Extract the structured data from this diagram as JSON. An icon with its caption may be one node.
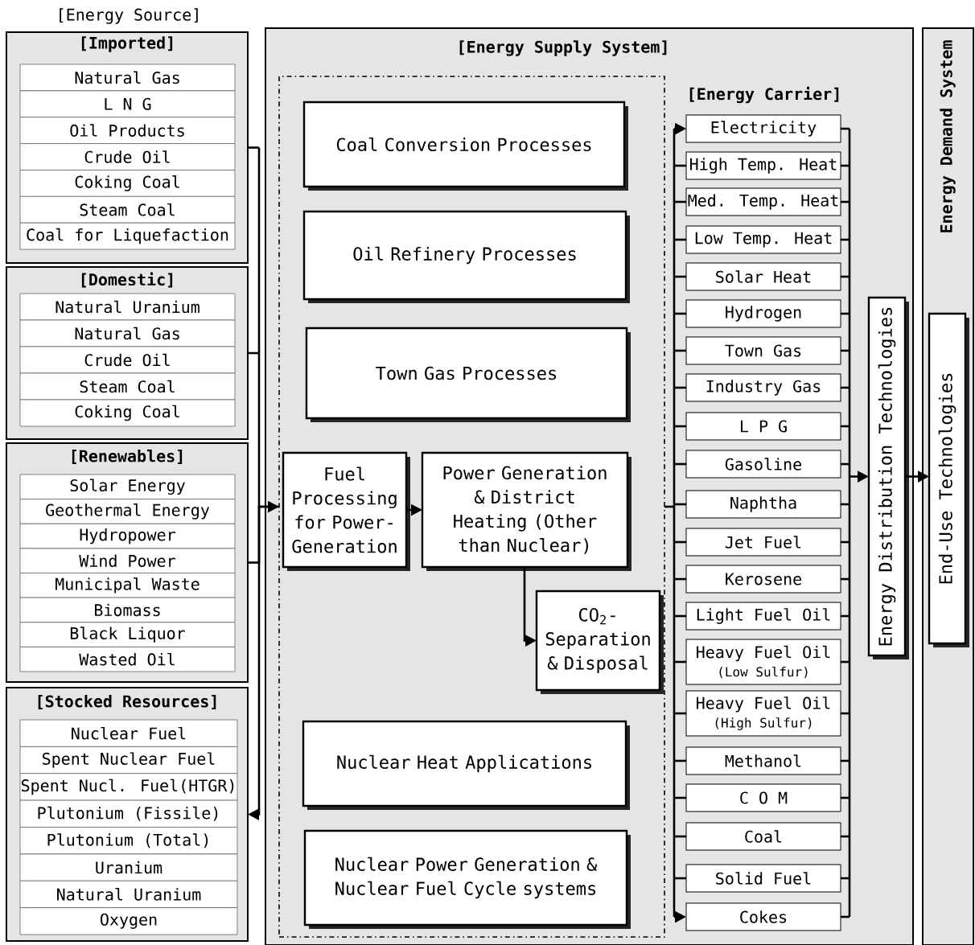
{
  "diagram": {
    "nodes": [
      {
        "text": [
          "[Imported]"
        ]
      },
      {
        "text": [
          "Natural Gas"
        ],
        "in": 0
      },
      {
        "text": [
          "L N G"
        ],
        "in": 0
      },
      {
        "text": [
          "Oil Products"
        ],
        "in": 0
      },
      {
        "text": [
          "Crude Oil"
        ],
        "in": 0
      },
      {
        "text": [
          "Coking Coal"
        ],
        "in": 0
      },
      {
        "text": [
          "Steam Coal"
        ],
        "in": 0
      },
      {
        "text": [
          "Coal for Liquefaction"
        ],
        "in": 0
      },
      {
        "text": [
          "[Domestic]"
        ]
      },
      {
        "text": [
          "Natural Uranium"
        ],
        "in": 8
      },
      {
        "text": [
          "Natural Gas"
        ],
        "in": 8
      },
      {
        "text": [
          "Crude Oil"
        ],
        "in": 8
      },
      {
        "text": [
          "Steam Coal"
        ],
        "in": 8
      },
      {
        "text": [
          "Coking Coal"
        ],
        "in": 8
      },
      {
        "text": [
          "[Renewables]"
        ]
      },
      {
        "text": [
          "Solar Energy"
        ],
        "in": 14
      },
      {
        "text": [
          "Geothermal Energy"
        ],
        "in": 14
      },
      {
        "text": [
          "Hydropower"
        ],
        "in": 14
      },
      {
        "text": [
          "Wind Power"
        ],
        "in": 14
      },
      {
        "text": [
          "Municipal Waste"
        ],
        "in": 14
      },
      {
        "text": [
          "Biomass"
        ],
        "in": 14
      },
      {
        "text": [
          "Black Liquor"
        ],
        "in": 14
      },
      {
        "text": [
          "Wasted Oil"
        ],
        "in": 14
      },
      {
        "text": [
          "[Stocked Resources]"
        ]
      },
      {
        "text": [
          "Nuclear Fuel"
        ],
        "in": 23
      },
      {
        "text": [
          "Spent Nuclear Fuel"
        ],
        "in": 23
      },
      {
        "text": [
          "Spent Nucl. Fuel(HTGR)"
        ],
        "in": 23
      },
      {
        "text": [
          "Plutonium (Fissile)"
        ],
        "in": 23
      },
      {
        "text": [
          "Plutonium (Total)"
        ],
        "in": 23
      },
      {
        "text": [
          "Uranium"
        ],
        "in": 23
      },
      {
        "text": [
          "Natural Uranium"
        ],
        "in": 23
      },
      {
        "text": [
          "Oxygen"
        ],
        "in": 23
      },
      {
        "text": [
          "[Energy Supply System]"
        ]
      },
      {
        "text": [],
        "shape": "box",
        "in": 32
      },
      {
        "text": [
          "Coal Conversion Processes"
        ],
        "in": 33
      },
      {
        "text": [
          "Oil Refinery Processes"
        ],
        "in": 33
      },
      {
        "text": [
          "Town Gas Processes"
        ],
        "in": 33
      },
      {
        "text": [
          "Fuel Processing for Power-Generation"
        ],
        "in": 33
      },
      {
        "text": [
          "Power Generation & District Heating (Other than Nuclear)"
        ],
        "in": 33
      },
      {
        "text": [
          "CO$_{2}$-Separation & Disposal"
        ],
        "in": 33
      },
      {
        "text": [
          "Nuclear Heat Applications"
        ],
        "in": 33
      },
      {
        "text": [
          "Nuclear Power Generation & Nuclear Fuel Cycle systems"
        ],
        "in": 33
      },
      {
        "text": [
          "Electricity"
        ],
        "in": 32
      },
      {
        "text": [
          "High Temp. Heat"
        ],
        "in": 32
      },
      {
        "text": [
          "Med. Temp. Heat"
        ],
        "in": 32
      },
      {
        "text": [
          "Low Temp. Heat"
        ],
        "in": 32
      },
      {
        "text": [
          "Solar Heat"
        ],
        "in": 32
      },
      {
        "text": [
          "Hydrogen"
        ],
        "in": 32
      },
      {
        "text": [
          "Town Gas"
        ],
        "in": 32
      },
      {
        "text": [
          "Industry Gas"
        ],
        "in": 32
      },
      {
        "text": [
          "L P G"
        ],
        "in": 32
      },
      {
        "text": [
          "Gasoline"
        ],
        "in": 32
      },
      {
        "text": [
          "Naphtha"
        ],
        "in": 32
      },
      {
        "text": [
          "Jet Fuel"
        ],
        "in": 32
      },
      {
        "text": [
          "Kerosene"
        ],
        "in": 32
      },
      {
        "text": [
          "Light Fuel Oil"
        ],
        "in": 32
      },
      {
        "text": [
          "Heavy Fuel Oil",
          "(Low Sulfur)"
        ],
        "in": 32
      },
      {
        "text": [
          "Heavy Fuel Oil",
          "(High Sulfur)"
        ],
        "in": 32
      },
      {
        "text": [
          "Methanol"
        ],
        "in": 32
      },
      {
        "text": [
          "C O M"
        ],
        "in": 32
      },
      {
        "text": [
          "Coal"
        ],
        "in": 32
      },
      {
        "text": [
          "Solid Fuel"
        ],
        "in": 32
      },
      {
        "text": [
          "Cokes"
        ],
        "in": 32
      },
      {
        "text": [
          "Energy Distribution Technologies"
        ],
        "in": 32
      },
      {
        "text": [
          "Energy Demand System"
        ]
      },
      {
        "text": [
          "End-Use Technologies"
        ],
        "in": 64
      }
    ],
    "edges": [
      {
        "from": 0,
        "to": 33,
        "arrow": "to"
      },
      {
        "from": 8,
        "to": 33,
        "arrow": "to"
      },
      {
        "from": 14,
        "to": 33,
        "arrow": "to"
      },
      {
        "from": 33,
        "to": 23,
        "arrow": "to"
      },
      {
        "from": 37,
        "to": 38,
        "arrow": "to"
      },
      {
        "from": 38,
        "to": 39,
        "arrow": "to"
      },
      {
        "from": 33,
        "to": 42,
        "arrow": "to"
      },
      {
        "from": 33,
        "to": 43,
        "arrow": "none"
      },
      {
        "from": 33,
        "to": 44,
        "arrow": "none"
      },
      {
        "from": 33,
        "to": 45,
        "arrow": "none"
      },
      {
        "from": 33,
        "to": 46,
        "arrow": "none"
      },
      {
        "from": 33,
        "to": 47,
        "arrow": "none"
      },
      {
        "from": 33,
        "to": 48,
        "arrow": "none"
      },
      {
        "from": 33,
        "to": 49,
        "arrow": "none"
      },
      {
        "from": 33,
        "to": 50,
        "arrow": "none"
      },
      {
        "from": 33,
        "to": 51,
        "arrow": "none"
      },
      {
        "from": 33,
        "to": 52,
        "arrow": "none"
      },
      {
        "from": 33,
        "to": 53,
        "arrow": "none"
      },
      {
        "from": 33,
        "to": 54,
        "arrow": "none"
      },
      {
        "from": 33,
        "to": 55,
        "arrow": "none"
      },
      {
        "from": 33,
        "to": 56,
        "arrow": "none"
      },
      {
        "from": 33,
        "to": 57,
        "arrow": "none"
      },
      {
        "from": 33,
        "to": 58,
        "arrow": "none"
      },
      {
        "from": 33,
        "to": 59,
        "arrow": "none"
      },
      {
        "from": 33,
        "to": 60,
        "arrow": "none"
      },
      {
        "from": 33,
        "to": 61,
        "arrow": "none"
      },
      {
        "from": 33,
        "to": 62,
        "arrow": "to"
      },
      {
        "from": 42,
        "to": 63,
        "arrow": "to"
      },
      {
        "from": 43,
        "to": 63,
        "arrow": "to"
      },
      {
        "from": 44,
        "to": 63,
        "arrow": "to"
      },
      {
        "from": 45,
        "to": 63,
        "arrow": "to"
      },
      {
        "from": 46,
        "to": 63,
        "arrow": "to"
      },
      {
        "from": 47,
        "to": 63,
        "arrow": "to"
      },
      {
        "from": 48,
        "to": 63,
        "arrow": "to"
      },
      {
        "from": 49,
        "to": 63,
        "arrow": "to"
      },
      {
        "from": 50,
        "to": 63,
        "arrow": "to"
      },
      {
        "from": 51,
        "to": 63,
        "arrow": "to"
      },
      {
        "from": 52,
        "to": 63,
        "arrow": "to"
      },
      {
        "from": 53,
        "to": 63,
        "arrow": "to"
      },
      {
        "from": 54,
        "to": 63,
        "arrow": "to"
      },
      {
        "from": 55,
        "to": 63,
        "arrow": "to"
      },
      {
        "from": 56,
        "to": 63,
        "arrow": "to"
      },
      {
        "from": 57,
        "to": 63,
        "arrow": "to"
      },
      {
        "from": 58,
        "to": 63,
        "arrow": "to"
      },
      {
        "from": 59,
        "to": 63,
        "arrow": "to"
      },
      {
        "from": 60,
        "to": 63,
        "arrow": "to"
      },
      {
        "from": 61,
        "to": 63,
        "arrow": "to"
      },
      {
        "from": 62,
        "to": 63,
        "arrow": "to"
      },
      {
        "from": 63,
        "to": 65,
        "arrow": "to"
      }
    ],
    "labels": [
      "[Energy Source]",
      "[Energy Carrier]"
    ]
  }
}
